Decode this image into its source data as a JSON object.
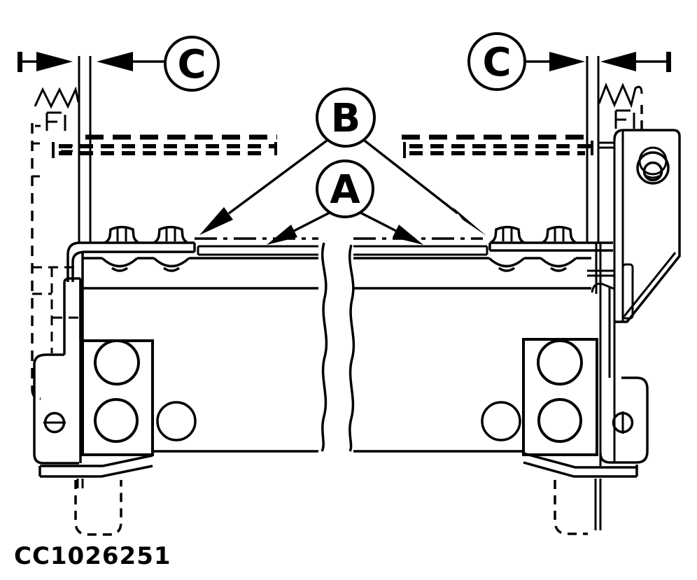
{
  "drawing": {
    "type": "technical-illustration",
    "background_color": "#ffffff",
    "line_color": "#000000",
    "part_number": "CC1026251",
    "callouts": {
      "a": {
        "label": "A",
        "style": "circle-leader",
        "points_to": "center retainer strip (2 arrows)"
      },
      "b": {
        "label": "B",
        "style": "circle-leader",
        "points_to": "clamp strip ends (2 arrows)"
      },
      "c_left": {
        "label": "C",
        "style": "circle-dimension",
        "points_to": "left panel thickness"
      },
      "c_right": {
        "label": "C",
        "style": "circle-dimension",
        "points_to": "right panel thickness"
      }
    }
  }
}
